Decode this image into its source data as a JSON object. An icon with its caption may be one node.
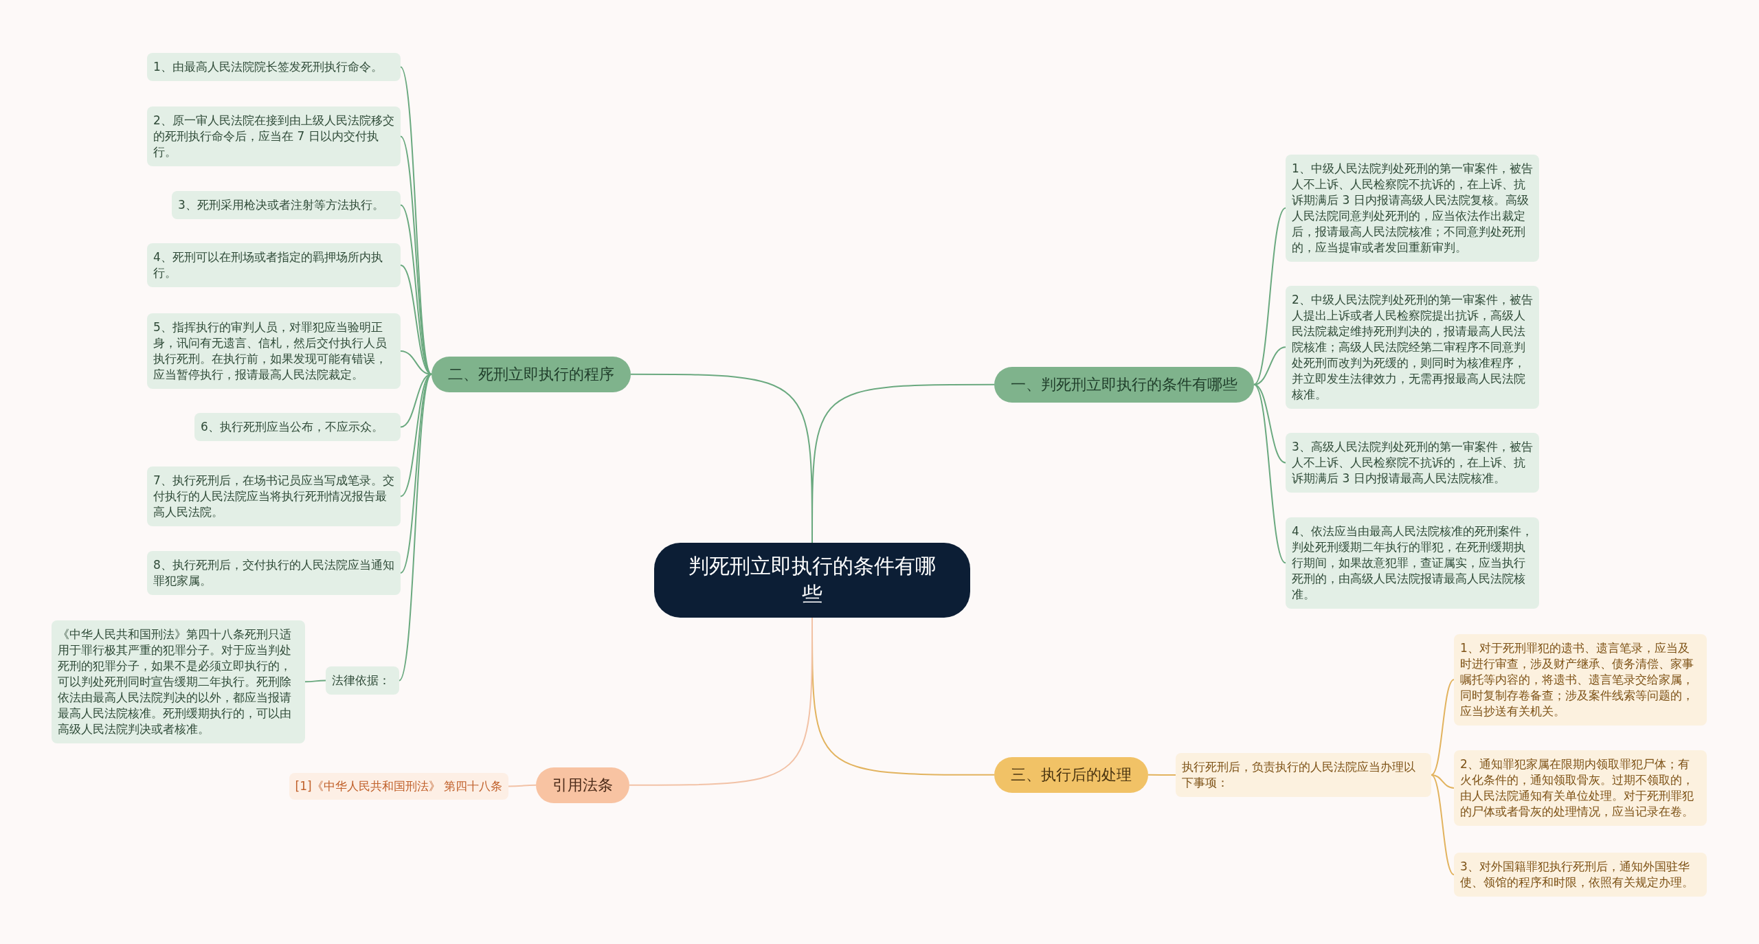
{
  "diagram": {
    "nodes": [
      {
        "text": [
          "判死刑立即执行的条件有哪些"
        ]
      },
      {
        "text": [
          "一、判死刑立即执行的条件有哪些"
        ]
      },
      {
        "text": [
          "1、中级人民法院判处死刑的第一审案件，被告人不上诉、人民检察院不抗诉的，在上诉、抗诉期满后 3 日内报请高级人民法院复核。高级人民法院同意判处死刑的，应当依法作出裁定后，报请最高人民法院核准；不同意判处死刑的，应当提审或者发回重新审判。"
        ]
      },
      {
        "text": [
          "2、中级人民法院判处死刑的第一审案件，被告人提出上诉或者人民检察院提出抗诉，高级人民法院裁定维持死刑判决的，报请最高人民法院核准；高级人民法院经第二审程序不同意判处死刑而改判为死缓的，则同时为核准程序，并立即发生法律效力，无需再报最高人民法院核准。"
        ]
      },
      {
        "text": [
          "3、高级人民法院判处死刑的第一审案件，被告人不上诉、人民检察院不抗诉的，在上诉、抗诉期满后 3 日内报请最高人民法院核准。"
        ]
      },
      {
        "text": [
          "4、依法应当由最高人民法院核准的死刑案件，判处死刑缓期二年执行的罪犯，在死刑缓期执行期间，如果故意犯罪，查证属实，应当执行死刑的，由高级人民法院报请最高人民法院核准。"
        ]
      },
      {
        "text": [
          "二、死刑立即执行的程序"
        ]
      },
      {
        "text": [
          "1、由最高人民法院院长签发死刑执行命令。"
        ]
      },
      {
        "text": [
          "2、原一审人民法院在接到由上级人民法院移交的死刑执行命令后，应当在 7 日以内交付执行。"
        ]
      },
      {
        "text": [
          "3、死刑采用枪决或者注射等方法执行。"
        ]
      },
      {
        "text": [
          "4、死刑可以在刑场或者指定的羁押场所内执行。"
        ]
      },
      {
        "text": [
          "5、指挥执行的审判人员，对罪犯应当验明正身，讯问有无遗言、信札，然后交付执行人员执行死刑。在执行前，如果发现可能有错误，应当暂停执行，报请最高人民法院裁定。"
        ]
      },
      {
        "text": [
          "6、执行死刑应当公布，不应示众。"
        ]
      },
      {
        "text": [
          "7、执行死刑后，在场书记员应当写成笔录。交付执行的人民法院应当将执行死刑情况报告最高人民法院。"
        ]
      },
      {
        "text": [
          "8、执行死刑后，交付执行的人民法院应当通知罪犯家属。"
        ]
      },
      {
        "text": [
          "法律依据："
        ]
      },
      {
        "text": [
          "《中华人民共和国刑法》第四十八条死刑只适用于罪行极其严重的犯罪分子。对于应当判处死刑的犯罪分子，如果不是必须立即执行的，可以判处死刑同时宣告缓期二年执行。死刑除依法由最高人民法院判决的以外，都应当报请最高人民法院核准。死刑缓期执行的，可以由高级人民法院判决或者核准。"
        ]
      },
      {
        "text": [
          "三、执行后的处理"
        ]
      },
      {
        "text": [
          "执行死刑后，负责执行的人民法院应当办理以下事项："
        ]
      },
      {
        "text": [
          "1、对于死刑罪犯的遗书、遗言笔录，应当及时进行审查，涉及财产继承、债务清偿、家事嘱托等内容的，将遗书、遗言笔录交给家属，同时复制存卷备查；涉及案件线索等问题的，应当抄送有关机关。"
        ]
      },
      {
        "text": [
          "2、通知罪犯家属在限期内领取罪犯尸体；有火化条件的，通知领取骨灰。过期不领取的，由人民法院通知有关单位处理。对于死刑罪犯的尸体或者骨灰的处理情况，应当记录在卷。"
        ]
      },
      {
        "text": [
          "3、对外国籍罪犯执行死刑后，通知外国驻华使、领馆的程序和时限，依照有关规定办理。"
        ]
      },
      {
        "text": [
          "引用法条"
        ]
      },
      {
        "text": [
          "[1]《中华人民共和国刑法》 第四十八条"
        ]
      }
    ],
    "edges": [
      {
        "from": 0,
        "to": 1,
        "arrow": "none"
      },
      {
        "from": 1,
        "to": 2,
        "arrow": "none"
      },
      {
        "from": 1,
        "to": 3,
        "arrow": "none"
      },
      {
        "from": 1,
        "to": 4,
        "arrow": "none"
      },
      {
        "from": 1,
        "to": 5,
        "arrow": "none"
      },
      {
        "from": 0,
        "to": 6,
        "arrow": "none"
      },
      {
        "from": 6,
        "to": 7,
        "arrow": "none"
      },
      {
        "from": 6,
        "to": 8,
        "arrow": "none"
      },
      {
        "from": 6,
        "to": 9,
        "arrow": "none"
      },
      {
        "from": 6,
        "to": 10,
        "arrow": "none"
      },
      {
        "from": 6,
        "to": 11,
        "arrow": "none"
      },
      {
        "from": 6,
        "to": 12,
        "arrow": "none"
      },
      {
        "from": 6,
        "to": 13,
        "arrow": "none"
      },
      {
        "from": 6,
        "to": 14,
        "arrow": "none"
      },
      {
        "from": 6,
        "to": 15,
        "arrow": "none"
      },
      {
        "from": 15,
        "to": 16,
        "arrow": "none"
      },
      {
        "from": 0,
        "to": 17,
        "arrow": "none",
        "color": "#e2b35e"
      },
      {
        "from": 17,
        "to": 18,
        "arrow": "none",
        "color": "#e2b35e"
      },
      {
        "from": 18,
        "to": 19,
        "arrow": "none",
        "color": "#e2b35e"
      },
      {
        "from": 18,
        "to": 20,
        "arrow": "none",
        "color": "#e2b35e"
      },
      {
        "from": 18,
        "to": 21,
        "arrow": "none",
        "color": "#e2b35e"
      },
      {
        "from": 0,
        "to": 22,
        "arrow": "none",
        "color": "#f2c2a6"
      },
      {
        "from": 22,
        "to": 23,
        "arrow": "none",
        "color": "#f2c2a6"
      }
    ]
  }
}
